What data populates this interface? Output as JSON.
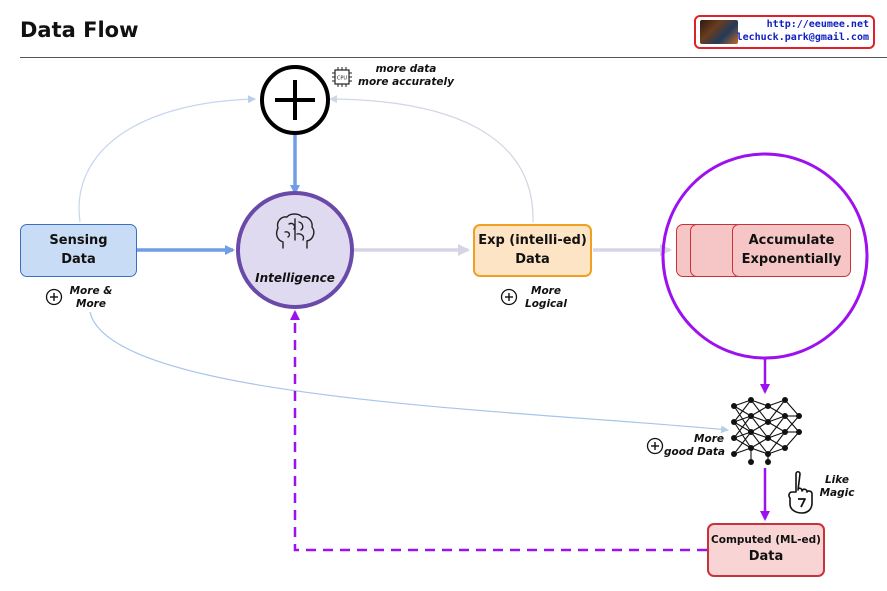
{
  "header": {
    "title": "Data Flow",
    "contact": {
      "url": "http://eeumee.net",
      "email": "lechuck.park@gmail.com"
    }
  },
  "nodes": {
    "sensing": {
      "line1": "Sensing",
      "line2": "Data"
    },
    "intelligence": {
      "label": "Intelligence"
    },
    "exp": {
      "line1": "Exp (intelli-ed)",
      "line2": "Data"
    },
    "accumulate": {
      "line1": "Accumulate",
      "line2": "Exponentially"
    },
    "computed": {
      "line1": "Computed (ML-ed)",
      "line2": "Data"
    },
    "plus_node": {
      "cpu_label": "CPU"
    }
  },
  "annotations": {
    "more_data": {
      "line1": "more data",
      "line2": "more accurately"
    },
    "more_more": {
      "line1": "More &",
      "line2": "More"
    },
    "more_logical": {
      "line1": "More",
      "line2": "Logical"
    },
    "more_good": {
      "line1": "More",
      "line2": "good Data"
    },
    "like_magic": {
      "line1": "Like",
      "line2": "Magic"
    }
  },
  "colors": {
    "blue_arrow": "#6f9ee6",
    "light_arrow": "#d5d5e6",
    "purple": "#9d10f0",
    "intelligence_border": "#6a4aa8",
    "intelligence_fill": "#e0daf0"
  },
  "icons": [
    "plus-icon",
    "cpu-icon",
    "brain-icon",
    "growth-chart-icon",
    "neural-network-icon",
    "hand-pointing-icon"
  ]
}
